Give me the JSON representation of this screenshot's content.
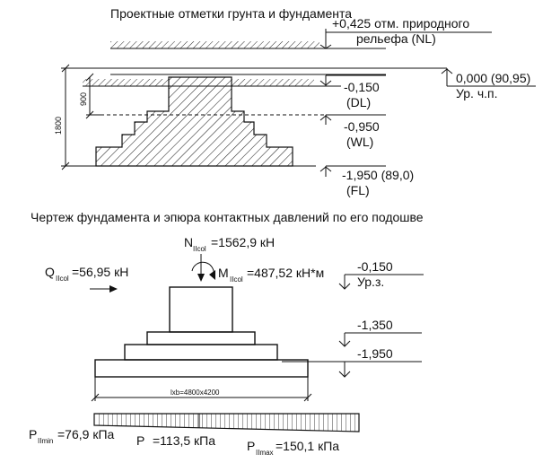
{
  "top": {
    "title": "Проектные отметки грунта и фундамента",
    "nl_line1": "+0,425 отм. природного",
    "nl_line2": "рельефа (NL)",
    "fl_zero": "0,000 (90,95)",
    "fl_zero_label": "Ур. ч.п.",
    "dl_value": "-0,150",
    "dl_label": "(DL)",
    "wl_value": "-0,950",
    "wl_label": "(WL)",
    "fl_value": "-1,950 (89,0)",
    "fl_label": "(FL)",
    "dim_900": "900",
    "dim_1800": "1800"
  },
  "bottom": {
    "title": "Чертеж фундамента и эпюра контактных давлений по его подошве",
    "n_main": "N",
    "n_sub": "IIcol",
    "n_val": "=1562,9 кН",
    "m_main": "M",
    "m_sub": "IIcol",
    "m_val": "=487,52 кН*м",
    "q_main": "Q",
    "q_sub": "IIcol",
    "q_val": "=56,95 кН",
    "lvl1_value": "-0,150",
    "lvl1_label": "Ур.з.",
    "lvl2_value": "-1,350",
    "lvl3_value": "-1,950",
    "dim_base": "lxb=4800x4200",
    "pmin_main": "P",
    "pmin_sub": "IImin",
    "pmin_val": "=76,9 кПа",
    "pmid_main": "P",
    "pmid_val": "=113,5 кПа",
    "pmax_main": "P",
    "pmax_sub": "IImax",
    "pmax_val": "=150,1 кПа"
  }
}
